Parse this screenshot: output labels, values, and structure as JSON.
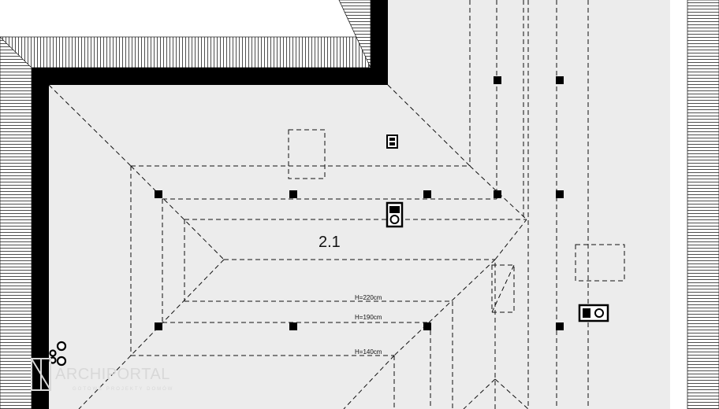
{
  "plan": {
    "room_label": "2.1",
    "height_labels": {
      "h220": "H=220cm",
      "h190": "H=190cm",
      "h140": "H=140cm"
    }
  },
  "watermark": {
    "brand": "ARCHIPORTAL",
    "tagline": "GOTOWE PROJEKTY DOMÓW"
  },
  "colors": {
    "floor": "#ececec",
    "wall": "#000000",
    "eaves": "#ffffff",
    "lines": "#111111"
  }
}
